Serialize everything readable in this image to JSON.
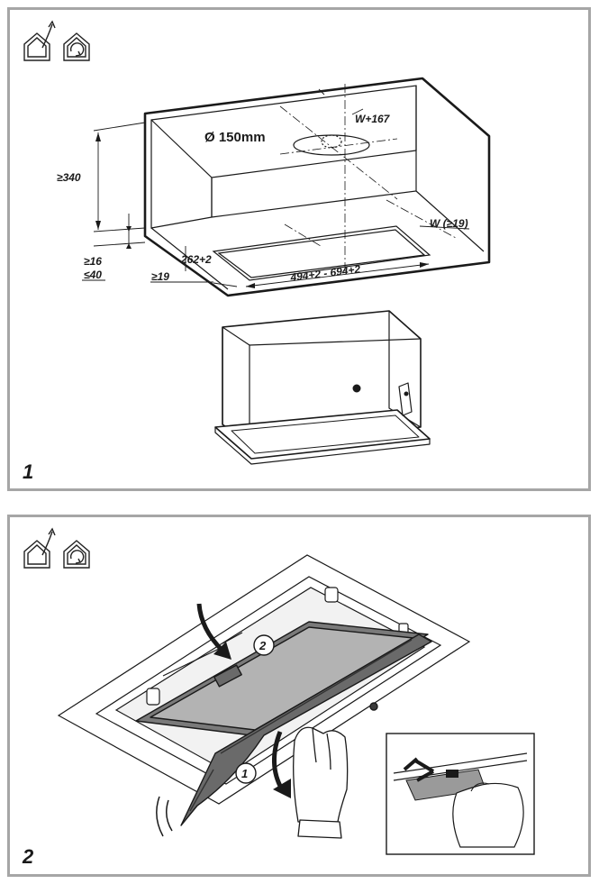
{
  "figure1": {
    "number": "1",
    "labels": {
      "diameter": "Ø 150mm",
      "w_plus": "W+167",
      "height_min": "≥340",
      "gap_min": "≥16",
      "gap_max": "≤40",
      "side_min": "≥19",
      "depth": "262+2",
      "width_range": "494+2 - 694+2",
      "width_w": "W (≥19)"
    }
  },
  "figure2": {
    "number": "2",
    "step1": "1",
    "step2": "2"
  },
  "icons": [
    "ducted-mode-icon",
    "recirculation-mode-icon"
  ]
}
